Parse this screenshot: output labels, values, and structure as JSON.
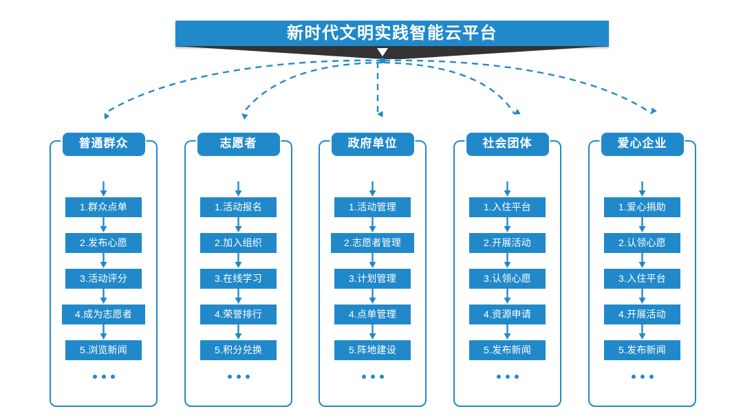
{
  "theme": {
    "accent": "#2189c9",
    "ribbon": "#333333",
    "panel_border": "#2189c9",
    "background": "#ffffff",
    "text_on_accent": "#ffffff"
  },
  "banner": {
    "title": "新时代文明实践智能云平台",
    "chevron_icon": "chevron-down-icon"
  },
  "columns": [
    {
      "id": "public",
      "header": "普通群众",
      "items": [
        "1.群众点单",
        "2.发布心愿",
        "3.活动评分",
        "4.成为志愿者",
        "5.浏览新闻"
      ],
      "more": "..."
    },
    {
      "id": "volunteer",
      "header": "志愿者",
      "items": [
        "1.活动报名",
        "2.加入组织",
        "3.在线学习",
        "4.荣誉排行",
        "5.积分兑换"
      ],
      "more": "..."
    },
    {
      "id": "government",
      "header": "政府单位",
      "items": [
        "1.活动管理",
        "2.志愿者管理",
        "3.计划管理",
        "4.点单管理",
        "5.阵地建设"
      ],
      "more": "..."
    },
    {
      "id": "social-group",
      "header": "社会团体",
      "items": [
        "1.入住平台",
        "2.开展活动",
        "3.认领心愿",
        "4.资源申请",
        "5.发布新闻"
      ],
      "more": "..."
    },
    {
      "id": "enterprise",
      "header": "爱心企业",
      "items": [
        "1.爱心捐助",
        "2.认领心愿",
        "3.入住平台",
        "4.开展活动",
        "5.发布新闻"
      ],
      "more": "..."
    }
  ]
}
